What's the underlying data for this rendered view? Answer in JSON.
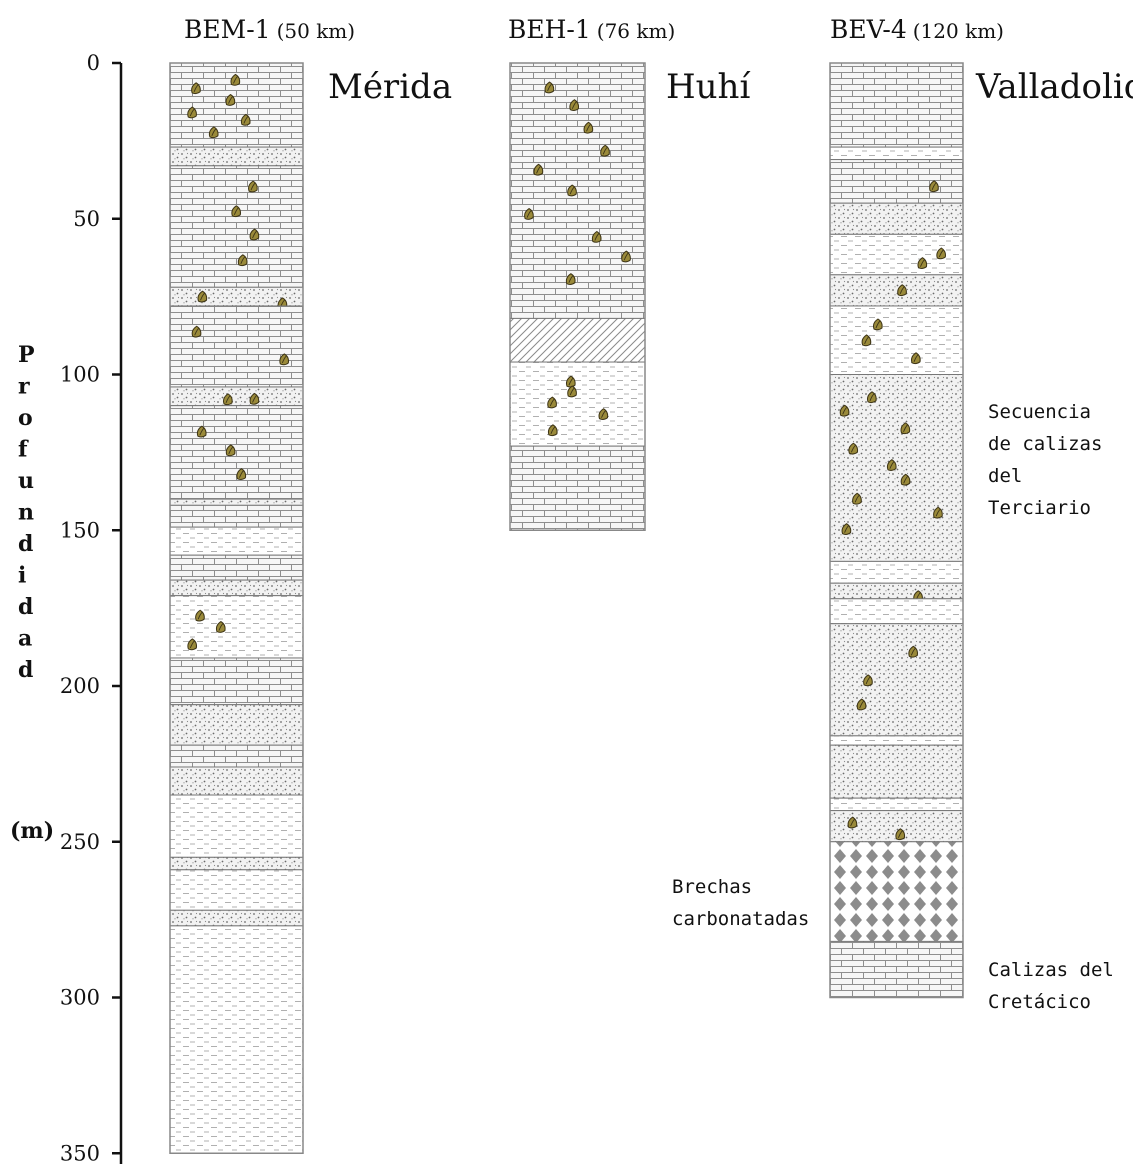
{
  "wells": [
    {
      "id": "BEM-1",
      "dist": "(50 km)",
      "site": "Mérida",
      "depth": 350,
      "layers": [
        {
          "from": 0,
          "to": 27,
          "lith": "limestone",
          "fossils": 6
        },
        {
          "from": 27,
          "to": 33,
          "lith": "dolomite",
          "fossils": 0
        },
        {
          "from": 33,
          "to": 72,
          "lith": "limestone",
          "fossils": 4
        },
        {
          "from": 72,
          "to": 78,
          "lith": "dolomite",
          "fossils": 2
        },
        {
          "from": 78,
          "to": 104,
          "lith": "limestone",
          "fossils": 2
        },
        {
          "from": 104,
          "to": 110,
          "lith": "dolomite",
          "fossils": 2
        },
        {
          "from": 110,
          "to": 140,
          "lith": "limestone",
          "fossils": 3
        },
        {
          "from": 140,
          "to": 142,
          "lith": "dolomite",
          "fossils": 0
        },
        {
          "from": 142,
          "to": 149,
          "lith": "limestone",
          "fossils": 0
        },
        {
          "from": 149,
          "to": 158,
          "lith": "marl",
          "fossils": 0
        },
        {
          "from": 158,
          "to": 166,
          "lith": "limestone",
          "fossils": 0
        },
        {
          "from": 166,
          "to": 171,
          "lith": "dolomite",
          "fossils": 0
        },
        {
          "from": 171,
          "to": 191,
          "lith": "marl",
          "fossils": 3
        },
        {
          "from": 191,
          "to": 206,
          "lith": "limestone",
          "fossils": 0
        },
        {
          "from": 206,
          "to": 219,
          "lith": "dolomite",
          "fossils": 0
        },
        {
          "from": 219,
          "to": 226,
          "lith": "limestone",
          "fossils": 0
        },
        {
          "from": 226,
          "to": 235,
          "lith": "dolomite",
          "fossils": 0
        },
        {
          "from": 235,
          "to": 255,
          "lith": "marl",
          "fossils": 0
        },
        {
          "from": 255,
          "to": 259,
          "lith": "dolomite",
          "fossils": 0
        },
        {
          "from": 259,
          "to": 272,
          "lith": "marl",
          "fossils": 0
        },
        {
          "from": 272,
          "to": 277,
          "lith": "dolomite",
          "fossils": 0
        },
        {
          "from": 277,
          "to": 350,
          "lith": "marl",
          "fossils": 0
        }
      ]
    },
    {
      "id": "BEH-1",
      "dist": "(76 km)",
      "site": "Huhí",
      "depth": 150,
      "layers": [
        {
          "from": 0,
          "to": 82,
          "lith": "limestone",
          "fossils": 10
        },
        {
          "from": 82,
          "to": 96,
          "lith": "hatch",
          "fossils": 0
        },
        {
          "from": 96,
          "to": 123,
          "lith": "marl",
          "fossils": 5
        },
        {
          "from": 123,
          "to": 150,
          "lith": "limestone",
          "fossils": 0
        }
      ]
    },
    {
      "id": "BEV-4",
      "dist": "(120 km)",
      "site": "Valladolid",
      "depth": 300,
      "layers": [
        {
          "from": 0,
          "to": 27,
          "lith": "limestone",
          "fossils": 0
        },
        {
          "from": 27,
          "to": 31,
          "lith": "marl",
          "fossils": 0
        },
        {
          "from": 31,
          "to": 45,
          "lith": "limestone",
          "fossils": 1
        },
        {
          "from": 45,
          "to": 55,
          "lith": "dolomite",
          "fossils": 0
        },
        {
          "from": 55,
          "to": 68,
          "lith": "marl",
          "fossils": 2
        },
        {
          "from": 68,
          "to": 78,
          "lith": "dolomite",
          "fossils": 1
        },
        {
          "from": 78,
          "to": 100,
          "lith": "marl",
          "fossils": 3
        },
        {
          "from": 100,
          "to": 160,
          "lith": "dolomite",
          "fossils": 9
        },
        {
          "from": 160,
          "to": 167,
          "lith": "marl",
          "fossils": 0
        },
        {
          "from": 167,
          "to": 172,
          "lith": "dolomite",
          "fossils": 1
        },
        {
          "from": 172,
          "to": 180,
          "lith": "marl",
          "fossils": 0
        },
        {
          "from": 180,
          "to": 216,
          "lith": "dolomite",
          "fossils": 3
        },
        {
          "from": 216,
          "to": 219,
          "lith": "marl",
          "fossils": 0
        },
        {
          "from": 219,
          "to": 236,
          "lith": "dolomite",
          "fossils": 0
        },
        {
          "from": 236,
          "to": 240,
          "lith": "marl",
          "fossils": 0
        },
        {
          "from": 240,
          "to": 250,
          "lith": "dolomite",
          "fossils": 2
        },
        {
          "from": 250,
          "to": 282,
          "lith": "breccia",
          "fossils": 0
        },
        {
          "from": 282,
          "to": 300,
          "lith": "limestone",
          "fossils": 0
        }
      ]
    }
  ],
  "axis": {
    "ticks": [
      0,
      50,
      100,
      150,
      200,
      250,
      300,
      350
    ],
    "label_letters": [
      "P",
      "r",
      "o",
      "f",
      "u",
      "n",
      "d",
      "i",
      "d",
      "a",
      "d"
    ],
    "unit": "(m)"
  },
  "annotations": {
    "tertiary": [
      "Secuencia",
      "de calizas",
      "del",
      "Terciario"
    ],
    "breccias": [
      "Brechas",
      "carbonatadas"
    ],
    "cretaceous": [
      "Calizas del",
      "Cretácico"
    ]
  }
}
